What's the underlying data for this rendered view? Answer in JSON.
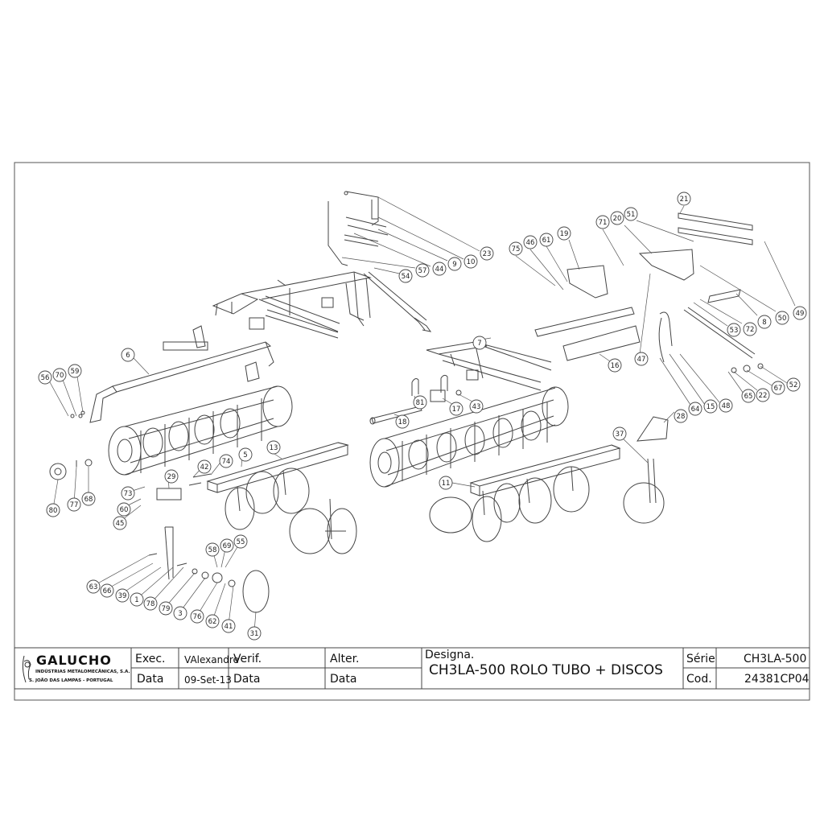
{
  "drawing": {
    "title": "CH3LA-500 ROLO TUBO + DISCOS",
    "callouts": [
      "21",
      "71",
      "20",
      "51",
      "75",
      "46",
      "61",
      "19",
      "23",
      "10",
      "9",
      "44",
      "57",
      "54",
      "49",
      "50",
      "8",
      "72",
      "53",
      "6",
      "47",
      "16",
      "7",
      "52",
      "67",
      "22",
      "65",
      "48",
      "15",
      "64",
      "56",
      "70",
      "59",
      "43",
      "17",
      "81",
      "18",
      "28",
      "37",
      "13",
      "5",
      "74",
      "42",
      "11",
      "29",
      "73",
      "80",
      "77",
      "68",
      "60",
      "45",
      "58",
      "69",
      "55",
      "63",
      "66",
      "39",
      "1",
      "78",
      "79",
      "3",
      "76",
      "62",
      "41",
      "31"
    ]
  },
  "title_block": {
    "company": "GALUCHO",
    "company_line1": "INDÚSTRIAS METALOMECÂNICAS, S.A.",
    "company_line2": "S. JOÃO DAS LAMPAS - PORTUGAL",
    "exec_label": "Exec.",
    "exec_value": "VAlexandre",
    "verif_label": "Verif.",
    "alter_label": "Alter.",
    "data_label": "Data",
    "data_value": "09-Set-13",
    "data2_label": "Data",
    "data3_label": "Data",
    "designa_label": "Designa.",
    "designa_value": "CH3LA-500 ROLO TUBO + DISCOS",
    "serie_label": "Série",
    "serie_value": "CH3LA-500",
    "cod_label": "Cod.",
    "cod_value": "24381CP04"
  }
}
